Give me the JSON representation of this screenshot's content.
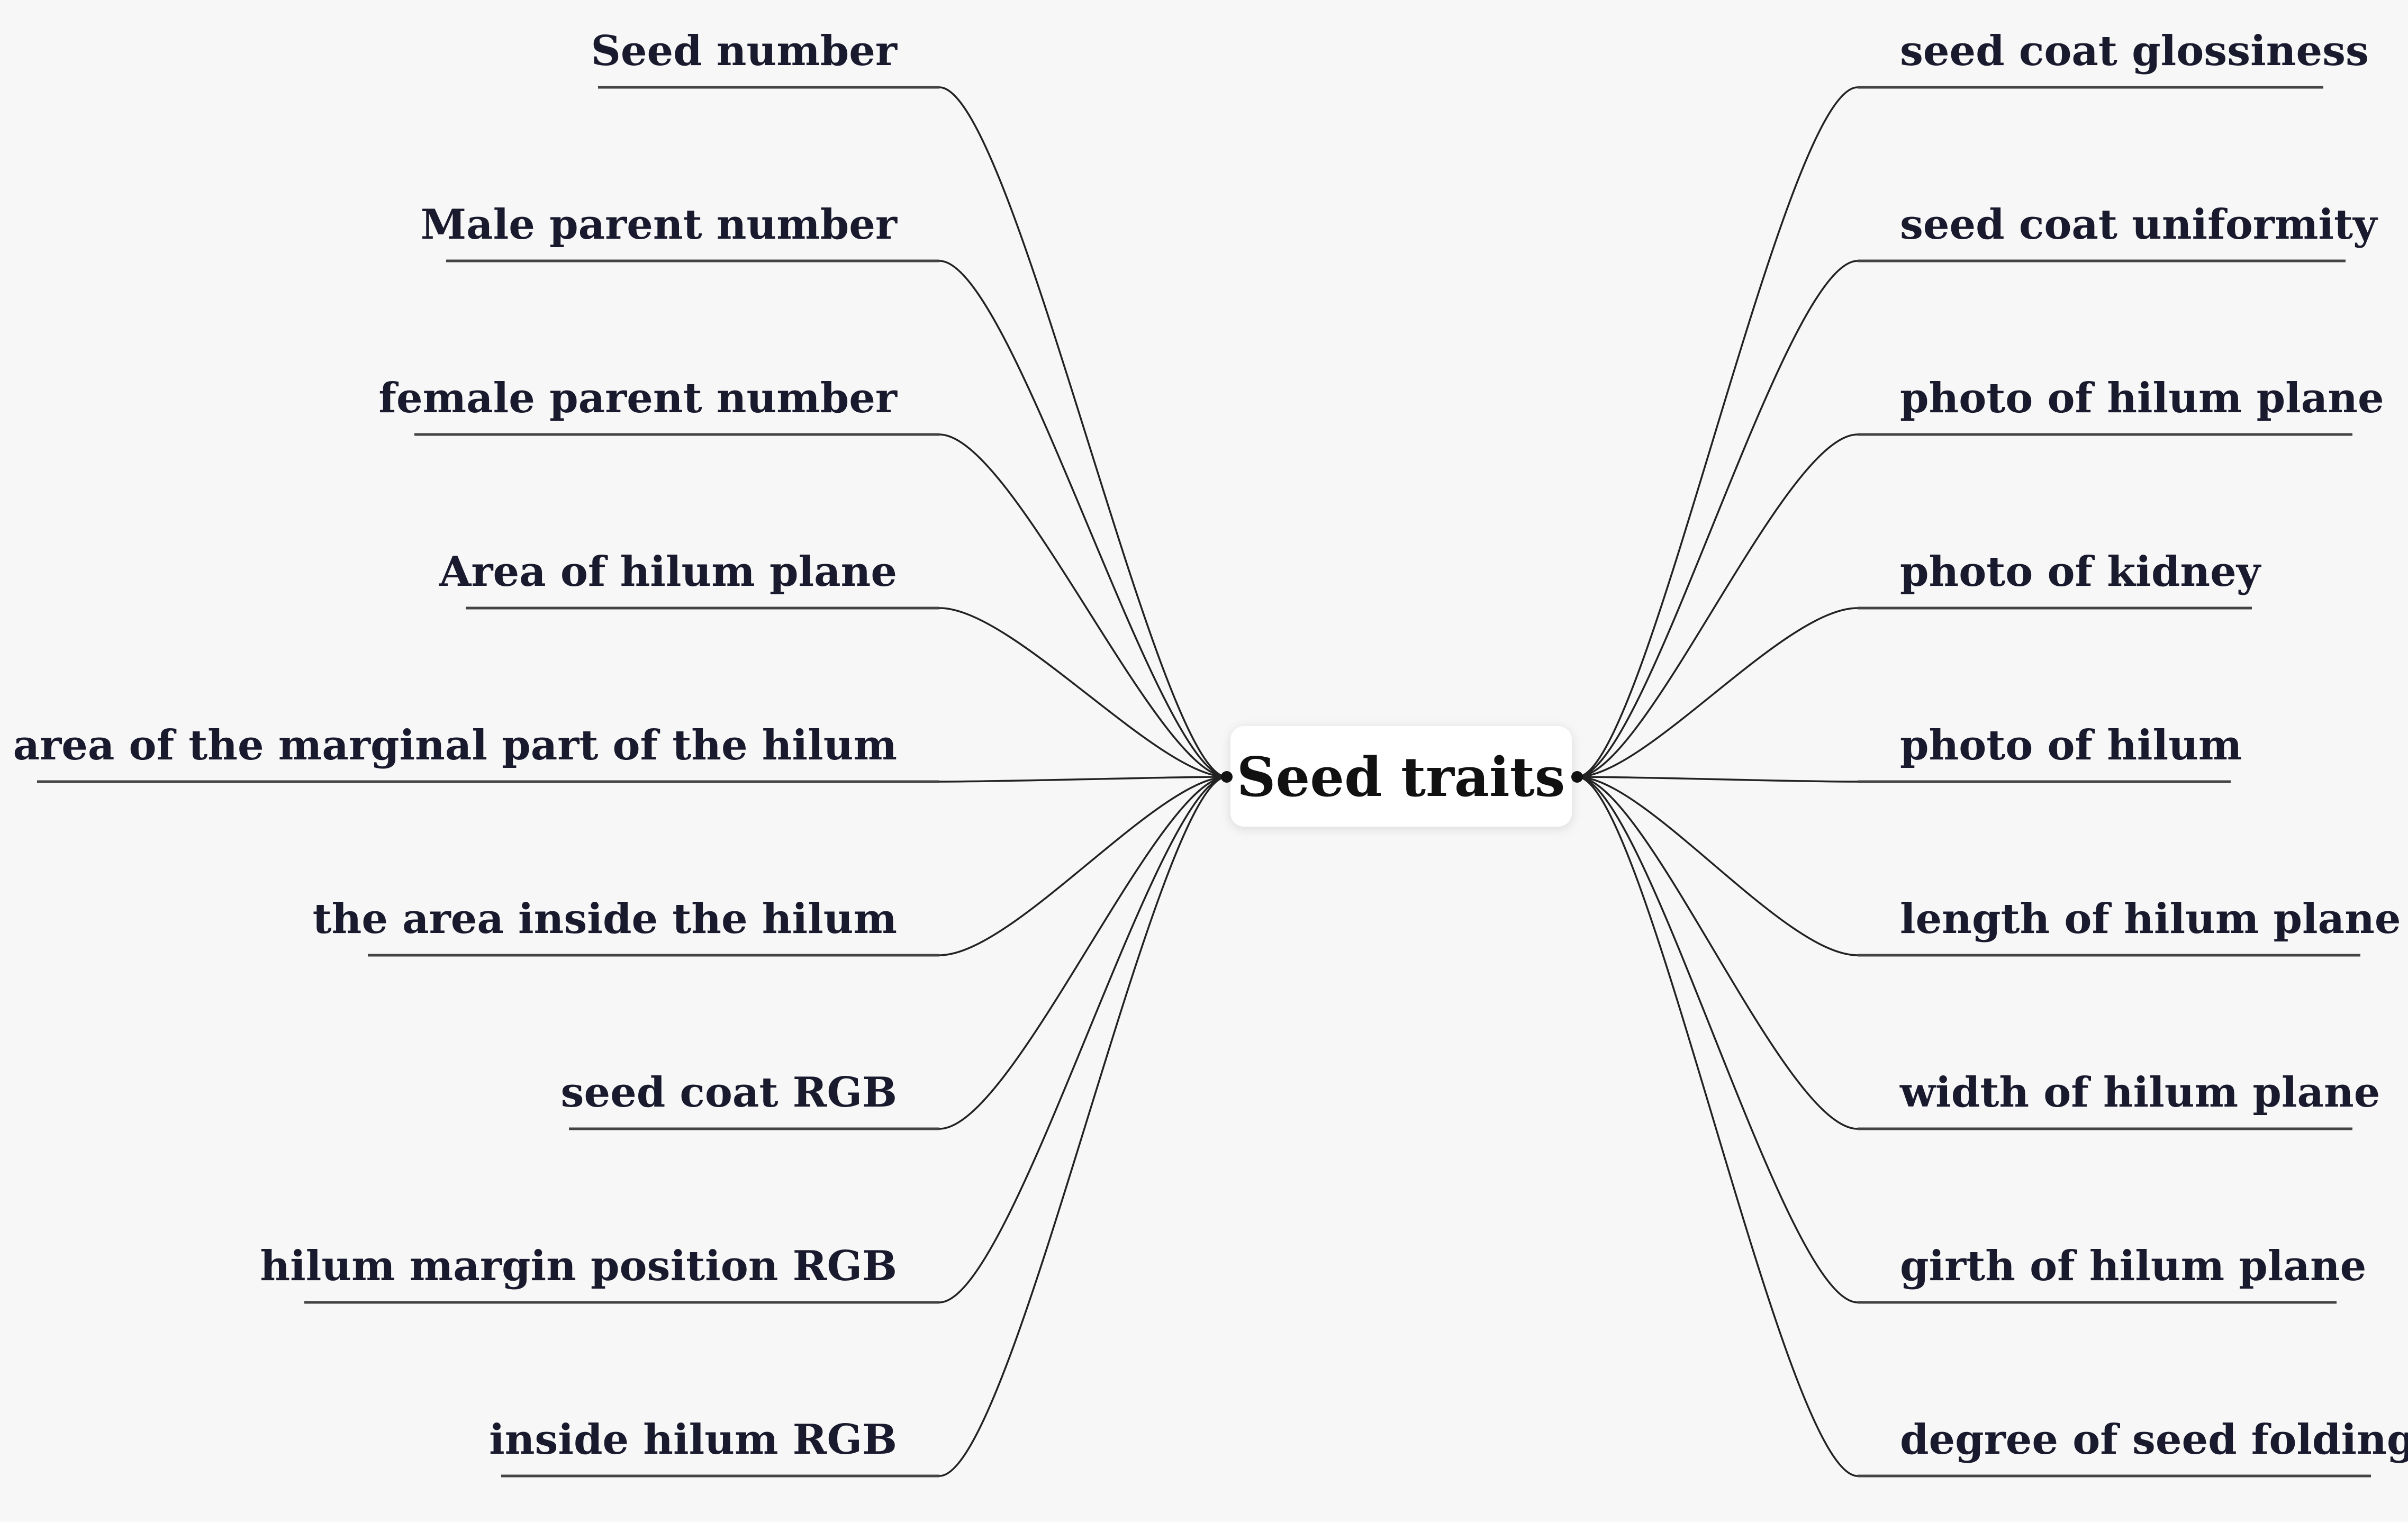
{
  "root": {
    "label": "Seed traits"
  },
  "left_branches": [
    {
      "label": "Seed number"
    },
    {
      "label": "Male parent number"
    },
    {
      "label": "female parent number"
    },
    {
      "label": "Area of hilum plane"
    },
    {
      "label": "the area of the marginal part of the hilum"
    },
    {
      "label": "the area inside the hilum"
    },
    {
      "label": "seed coat RGB"
    },
    {
      "label": "hilum margin position RGB"
    },
    {
      "label": "inside hilum RGB"
    }
  ],
  "right_branches": [
    {
      "label": "seed coat glossiness"
    },
    {
      "label": "seed coat uniformity"
    },
    {
      "label": "photo of hilum plane"
    },
    {
      "label": "photo of kidney"
    },
    {
      "label": "photo of hilum"
    },
    {
      "label": "length of hilum plane"
    },
    {
      "label": "width of hilum plane"
    },
    {
      "label": "girth of hilum plane"
    },
    {
      "label": "degree of seed folding"
    }
  ]
}
